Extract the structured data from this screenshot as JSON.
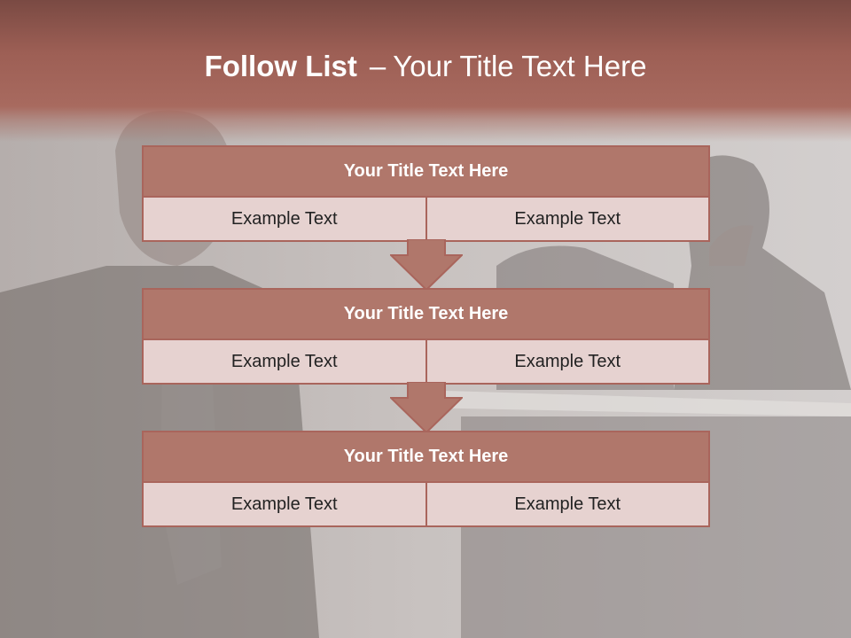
{
  "slide": {
    "title_bold": "Follow List",
    "title_dash": "–",
    "title_rest": "Your Title Text Here"
  },
  "steps": [
    {
      "title": "Your Title Text Here",
      "left": "Example Text",
      "right": "Example Text"
    },
    {
      "title": "Your Title Text Here",
      "left": "Example Text",
      "right": "Example Text"
    },
    {
      "title": "Your Title Text Here",
      "left": "Example Text",
      "right": "Example Text"
    }
  ],
  "colors": {
    "accent": "#a9655c",
    "header_fill": "#b0776b",
    "cell_fill": "#e6d2d0",
    "band": "#9d5f55"
  }
}
